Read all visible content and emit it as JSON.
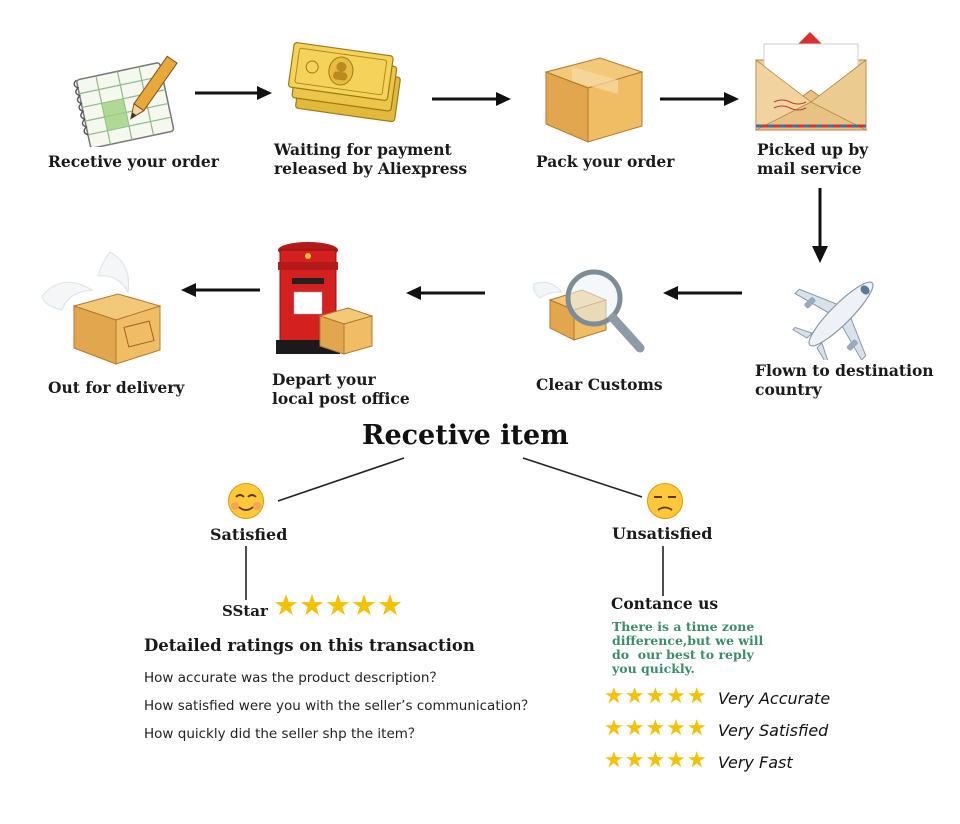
{
  "steps": [
    {
      "id": "receive",
      "label": "Recetive your order"
    },
    {
      "id": "payment",
      "label": "Waiting for payment\nreleased by Aliexpress"
    },
    {
      "id": "pack",
      "label": "Pack your order"
    },
    {
      "id": "pickup",
      "label": "Picked up by\nmail service"
    },
    {
      "id": "flown",
      "label": "Flown to destination\ncountry"
    },
    {
      "id": "customs",
      "label": "Clear Customs"
    },
    {
      "id": "postoffice",
      "label": "Depart your\nlocal post office"
    },
    {
      "id": "delivery",
      "label": "Out for delivery"
    }
  ],
  "receive_item": {
    "title": "Recetive item"
  },
  "satisfied": {
    "label": "Satisfied",
    "rating_label": "SStar",
    "stars": 5,
    "ratings_title": "Detailed ratings on this transaction",
    "questions": [
      "How accurate was the product description？",
      "How satisfied were you with the seller’s communication？",
      "How quickly did the seller shp the item？"
    ]
  },
  "unsatisfied": {
    "label": "Unsatisfied",
    "contact": "Contance us",
    "note": "There is a time zone\ndifference,but we will\ndo  our best to reply\nyou quickly.",
    "ratings": [
      {
        "stars": 5,
        "text": "Very Accurate"
      },
      {
        "stars": 5,
        "text": "Very Satisfied"
      },
      {
        "stars": 5,
        "text": "Very Fast"
      }
    ]
  },
  "colors": {
    "star": "#f2c200",
    "note": "#3c8c6c",
    "arrow": "#111111"
  }
}
